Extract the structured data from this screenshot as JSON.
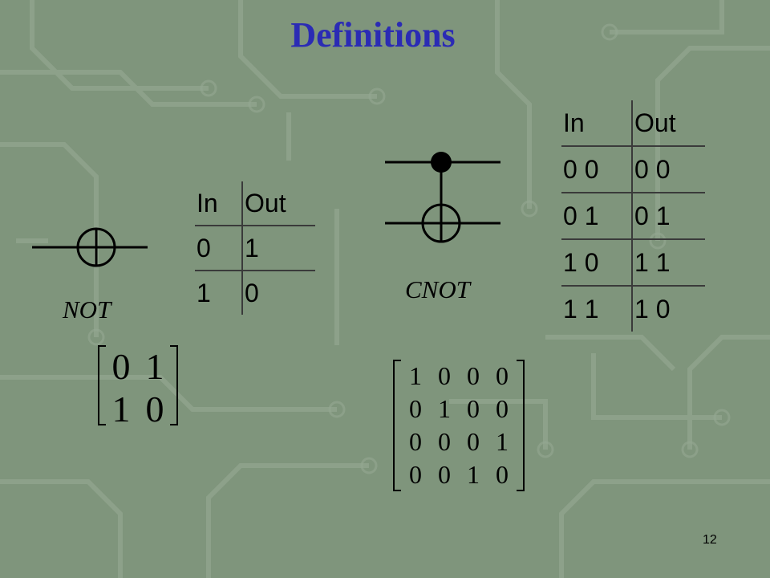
{
  "title": "Definitions",
  "not_gate": {
    "label": "NOT",
    "table": {
      "headers": [
        "In",
        "Out"
      ],
      "rows": [
        [
          "0",
          "1"
        ],
        [
          "1",
          "0"
        ]
      ]
    },
    "matrix": [
      [
        "0",
        "1"
      ],
      [
        "1",
        "0"
      ]
    ]
  },
  "cnot_gate": {
    "label": "CNOT",
    "table": {
      "headers": [
        "In",
        "Out"
      ],
      "rows": [
        [
          "0 0",
          "0 0"
        ],
        [
          "0 1",
          "0 1"
        ],
        [
          "1 0",
          "1 1"
        ],
        [
          "1 1",
          "1 0"
        ]
      ]
    },
    "matrix": [
      [
        "1",
        "0",
        "0",
        "0"
      ],
      [
        "0",
        "1",
        "0",
        "0"
      ],
      [
        "0",
        "0",
        "0",
        "1"
      ],
      [
        "0",
        "0",
        "1",
        "0"
      ]
    ]
  },
  "page_number": "12",
  "colors": {
    "background": "#7f957c",
    "circuit_trace": "#95a892",
    "title": "#2b2bb4",
    "rule": "#3a3a3a"
  }
}
